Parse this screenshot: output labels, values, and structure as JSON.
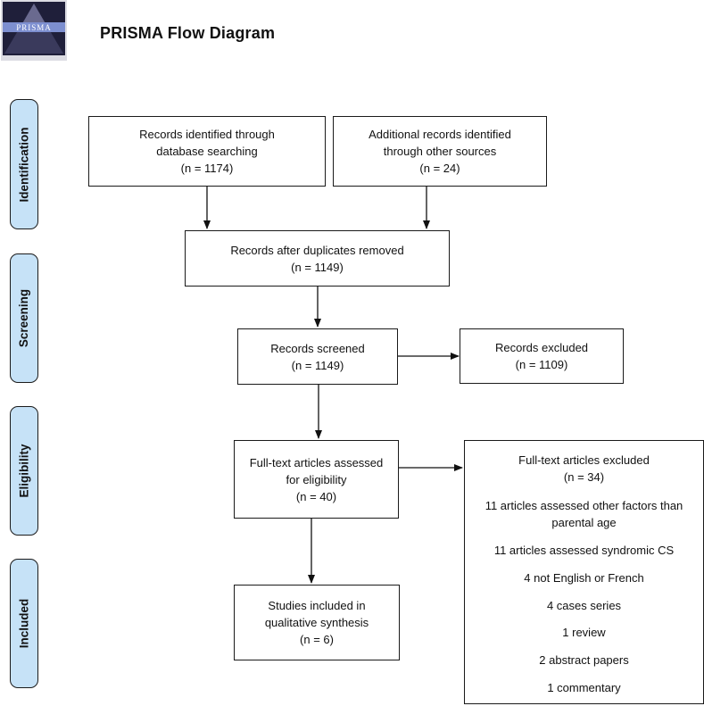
{
  "header": {
    "logo_text": "PRISMA",
    "title": "PRISMA Flow Diagram"
  },
  "stages": {
    "identification": "Identification",
    "screening": "Screening",
    "eligibility": "Eligibility",
    "included": "Included"
  },
  "boxes": {
    "db_search": {
      "line1": "Records identified through",
      "line2": "database searching",
      "line3": "(n = 1174)"
    },
    "other_sources": {
      "line1": "Additional records identified",
      "line2": "through other sources",
      "line3": "(n = 24)"
    },
    "duplicates_removed": {
      "line1": "Records after duplicates removed",
      "line2": "(n = 1149)"
    },
    "screened": {
      "line1": "Records screened",
      "line2": "(n = 1149)"
    },
    "excluded": {
      "line1": "Records excluded",
      "line2": "(n = 1109)"
    },
    "fulltext_assessed": {
      "line1": "Full-text articles assessed",
      "line2": "for eligibility",
      "line3": "(n = 40)"
    },
    "included": {
      "line1": "Studies included in",
      "line2": "qualitative synthesis",
      "line3": "(n = 6)"
    }
  },
  "fulltext_excluded": {
    "title": "Full-text articles excluded",
    "count": "(n = 34)",
    "reason1_line1": "11 articles assessed other factors than",
    "reason1_line2": "parental age",
    "reason2": "11 articles assessed syndromic CS",
    "reason3": "4 not English or French",
    "reason4": "4 cases series",
    "reason5": "1 review",
    "reason6": "2 abstract papers",
    "reason7": "1 commentary"
  }
}
